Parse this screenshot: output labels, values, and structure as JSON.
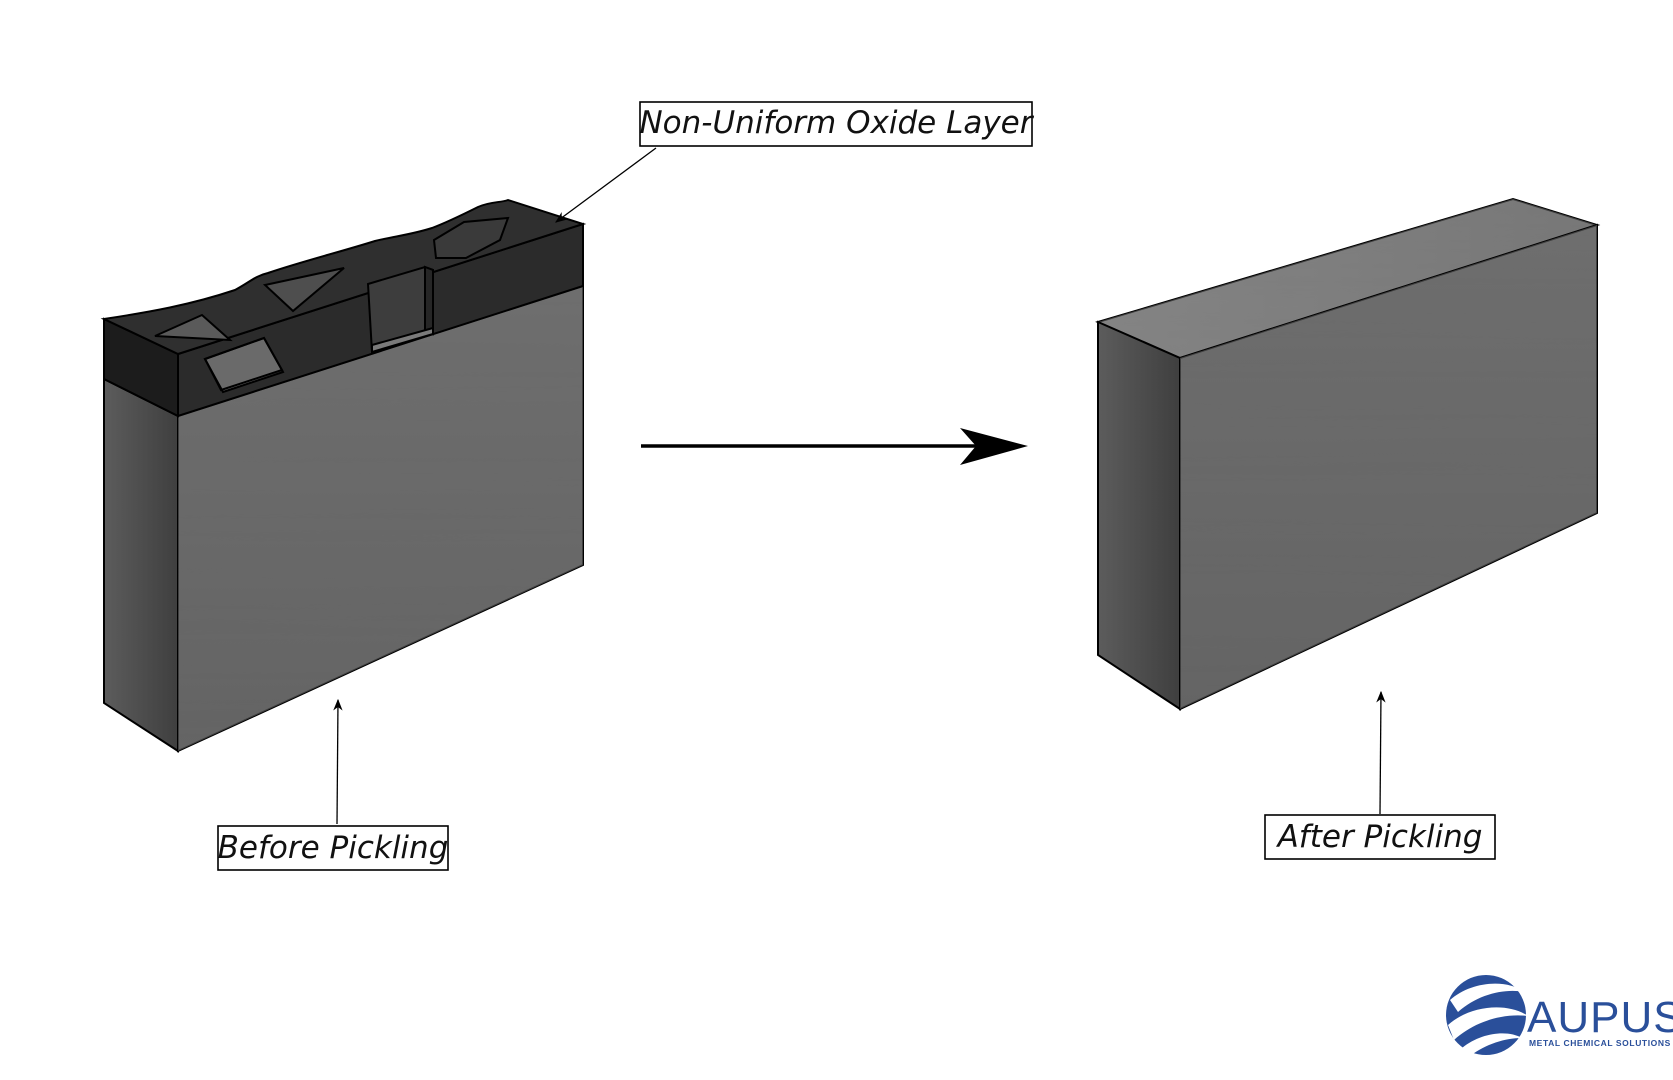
{
  "labels": {
    "oxide_layer": "Non-Uniform Oxide Layer",
    "before": "Before Pickling",
    "after": "After Pickling"
  },
  "logo": {
    "name": "AUPUS",
    "tagline": "METAL CHEMICAL SOLUTIONS"
  },
  "colors": {
    "steel_face": "#6b6b6b",
    "steel_side": "#4a4a4a",
    "steel_top": "#7a7a7a",
    "oxide": "#262626",
    "brand_blue": "#2a4f9a"
  }
}
